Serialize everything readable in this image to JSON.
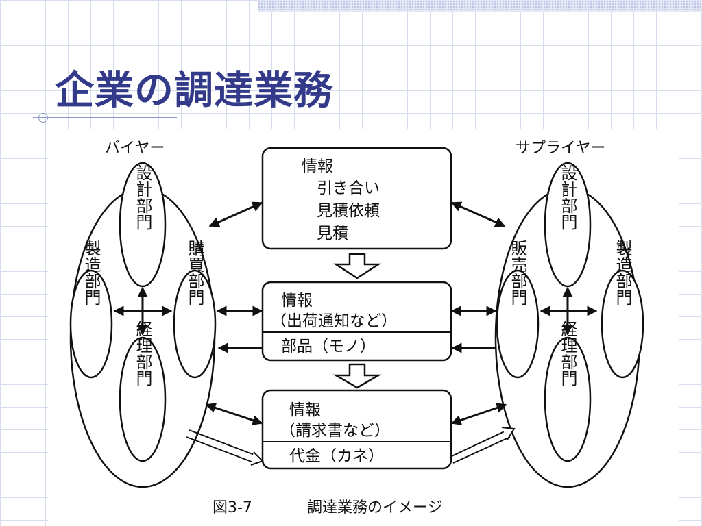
{
  "slide": {
    "title": "企業の調達業務"
  },
  "diagram": {
    "buyer_label": "バイヤー",
    "supplier_label": "サプライヤー",
    "buyer_departments": {
      "design": "設計部門",
      "manufacturing": "製造部門",
      "purchasing": "購買部門",
      "accounting": "経理部門"
    },
    "supplier_departments": {
      "design": "設計部門",
      "sales": "販売部門",
      "manufacturing": "製造部門",
      "accounting": "経理部門"
    },
    "box1": {
      "line1": "情報",
      "line2": "引き合い",
      "line3": "見積依頼",
      "line4": "見積"
    },
    "box2": {
      "line1": "情報",
      "line2": "（出荷通知など）",
      "line3": "部品（モノ）"
    },
    "box3": {
      "line1": "情報",
      "line2": "（請求書など）",
      "line3": "代金（カネ）"
    },
    "caption_number": "図3-7",
    "caption_text": "調達業務のイメージ"
  }
}
